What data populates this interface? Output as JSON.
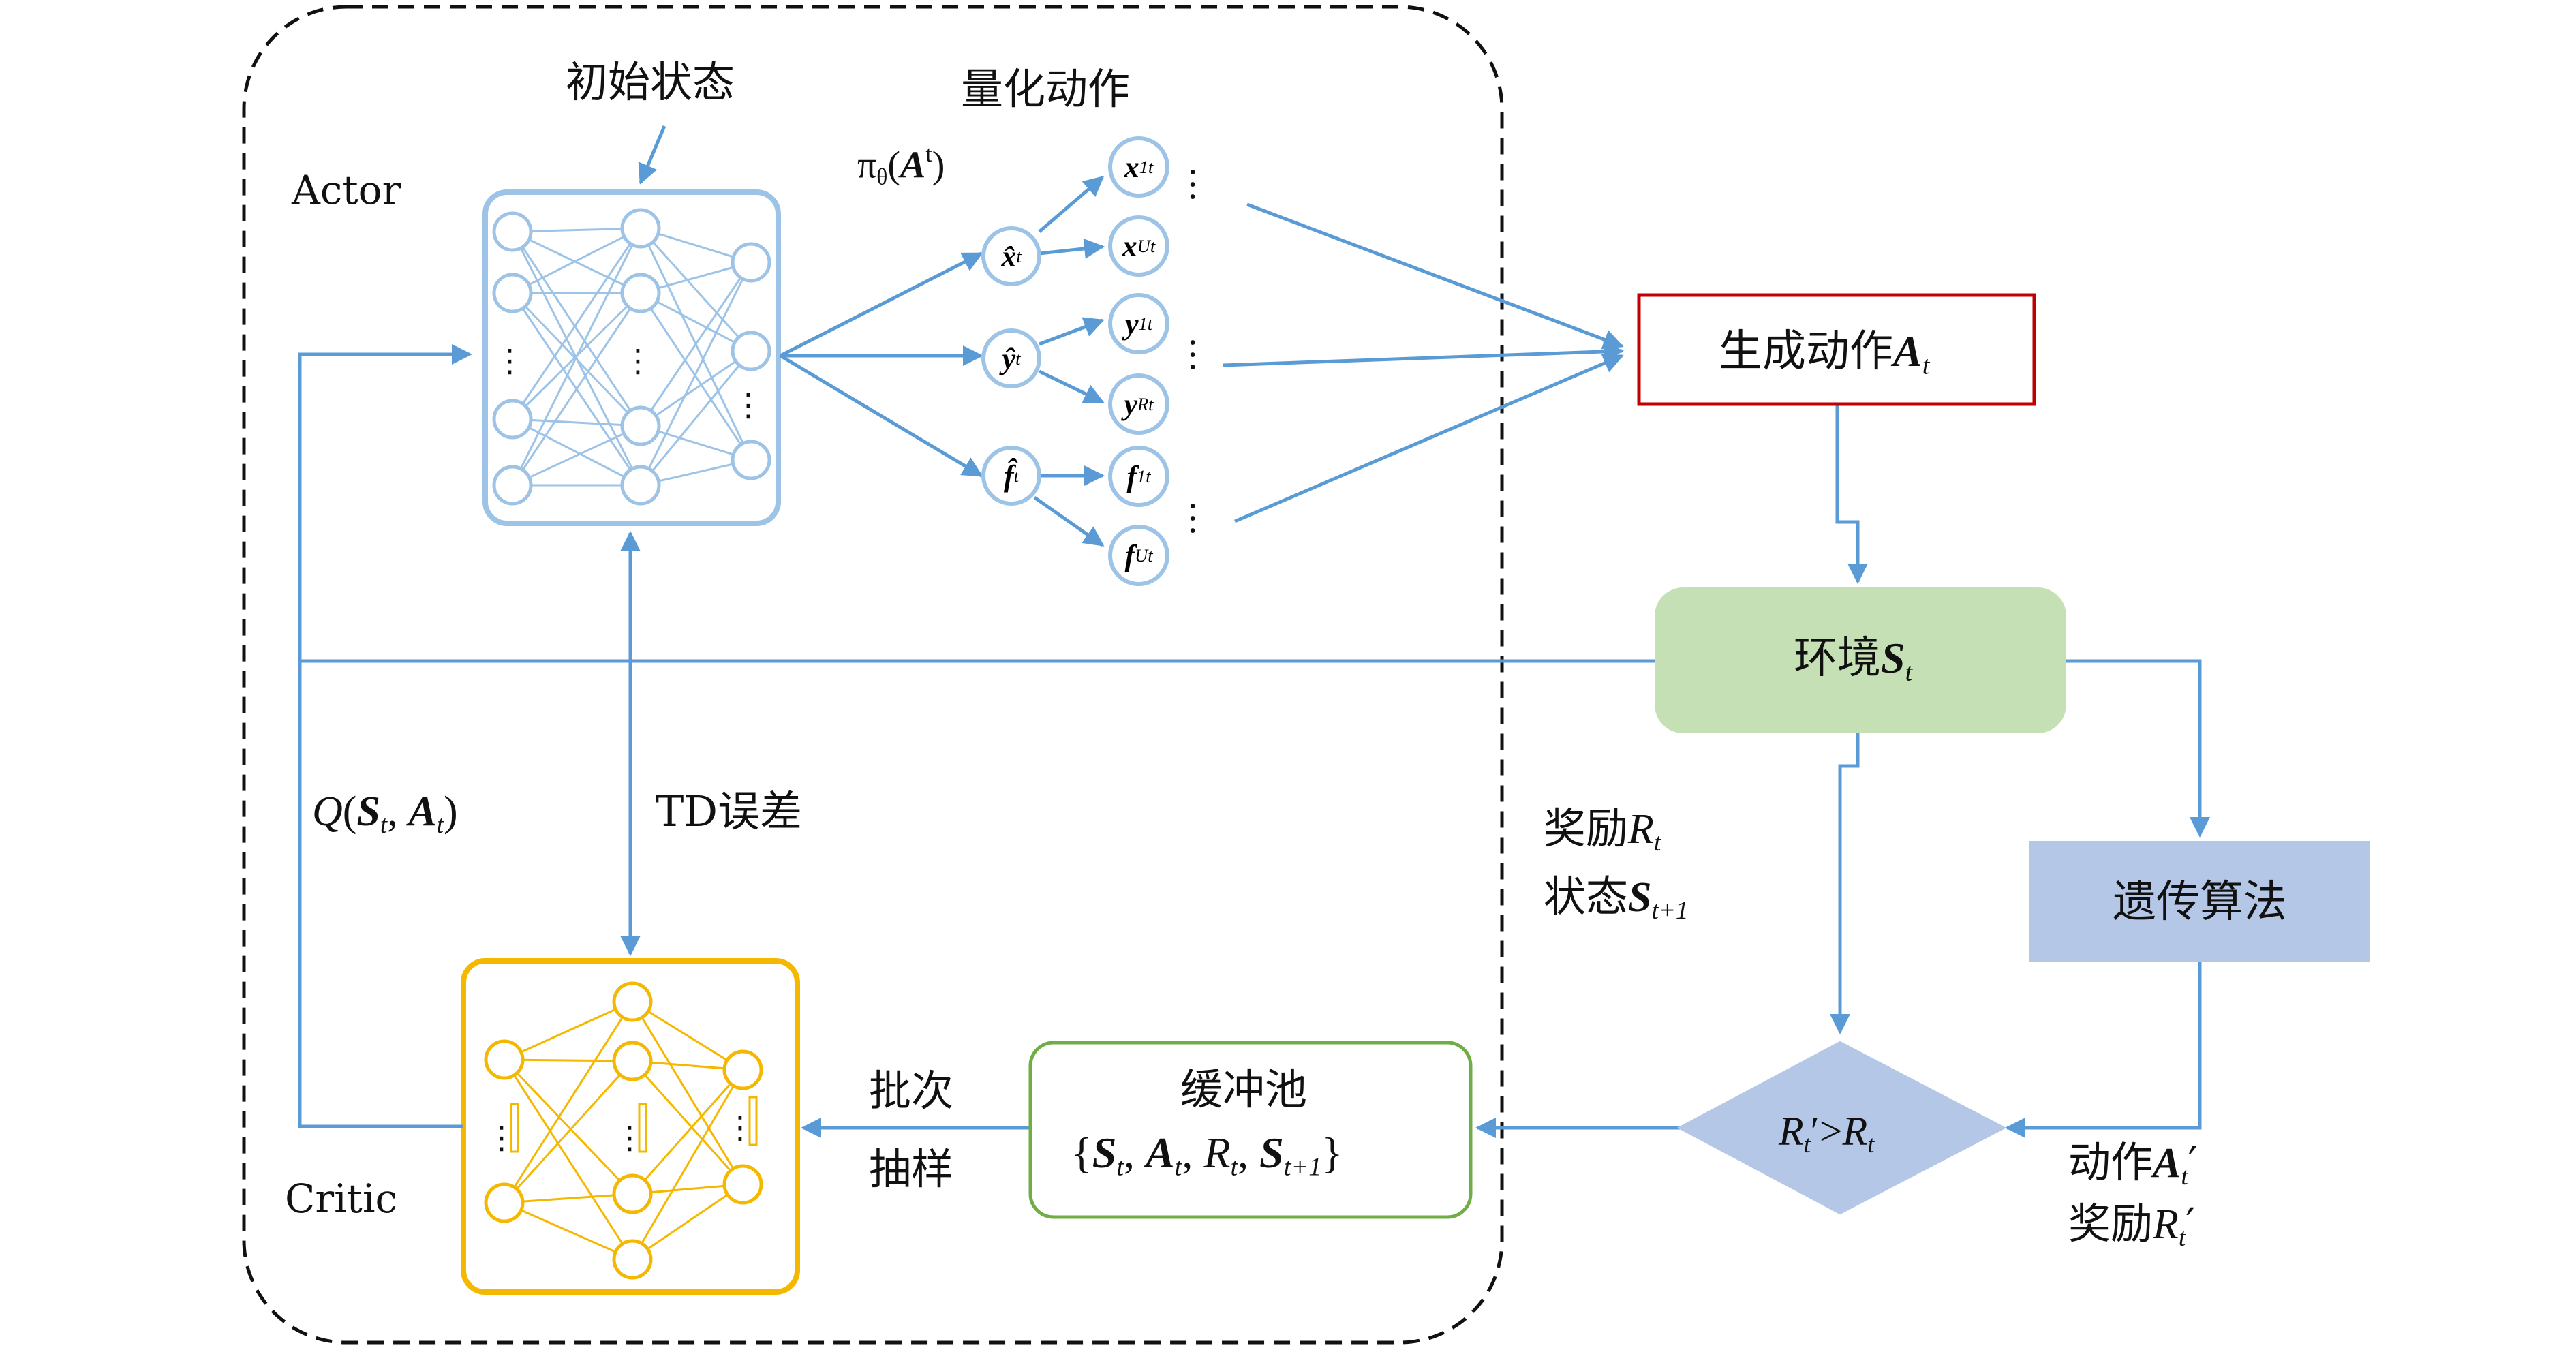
{
  "actor": {
    "label": "Actor",
    "initial_state_label": "初始状态",
    "quantized_action_label": "量化动作",
    "policy_label": "πθ(At)",
    "hat_nodes": [
      "x̂t",
      "ŷt",
      "f̂t"
    ],
    "output_nodes": [
      "x1t",
      "xUt",
      "y1t",
      "yRt",
      "f1t",
      "fUt"
    ]
  },
  "critic": {
    "label": "Critic"
  },
  "generate_action": {
    "label": "生成动作At"
  },
  "environment": {
    "label": "环境St"
  },
  "genetic_algorithm": {
    "label": "遗传算法"
  },
  "buffer": {
    "title": "缓冲池",
    "tuple": "{St, At, Rt, St+1}"
  },
  "decision": {
    "label": "Rt′>Rt"
  },
  "edge_labels": {
    "q_value": "Q(St, At)",
    "td_error": "TD误差",
    "reward": "奖励Rt",
    "state_next": "状态St+1",
    "batch": "批次",
    "sampling": "抽样",
    "ga_action": "动作At′",
    "ga_reward": "奖励Rt′"
  },
  "colors": {
    "arrow": "#5b9bd5",
    "actor_net": "#9dc3e6",
    "critic_net": "#f5b800",
    "generate_border": "#c00000",
    "environment_fill": "#c5e0b4",
    "genetic_fill": "#b4c7e7",
    "buffer_border": "#70ad47",
    "decision_fill": "#b4c7e7",
    "dashed_border": "#111111"
  }
}
